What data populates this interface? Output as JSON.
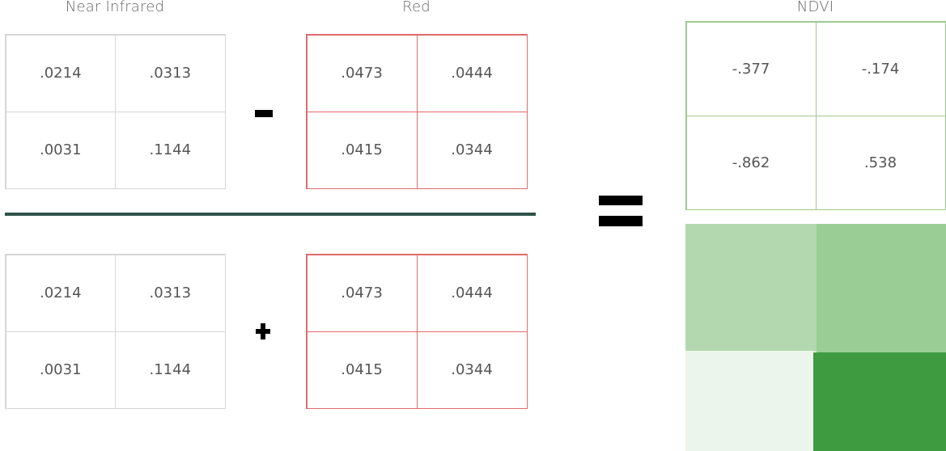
{
  "labels": {
    "nir": "Near Infrared",
    "red": "Red",
    "ndvi": "NDVI"
  },
  "numerator": {
    "nir": [
      ".0214",
      ".0313",
      ".0031",
      ".1144"
    ],
    "red": [
      ".0473",
      ".0444",
      ".0415",
      ".0344"
    ],
    "operator": "minus"
  },
  "denominator": {
    "nir": [
      ".0214",
      ".0313",
      ".0031",
      ".1144"
    ],
    "red": [
      ".0473",
      ".0444",
      ".0415",
      ".0344"
    ],
    "operator": "plus"
  },
  "result": {
    "operator": "equals",
    "ndvi": [
      "-.377",
      "-.174",
      "-.862",
      ".538"
    ]
  },
  "ndvi_map_colors": [
    "#b3d8b0",
    "#9acd95",
    "#ecf5ec",
    "#3f9b3f"
  ],
  "colors": {
    "nir_border": "#d6d6d6",
    "red_border": "#e16a6a",
    "ndvi_border": "#9ec98f",
    "divider": "#2f5349"
  }
}
